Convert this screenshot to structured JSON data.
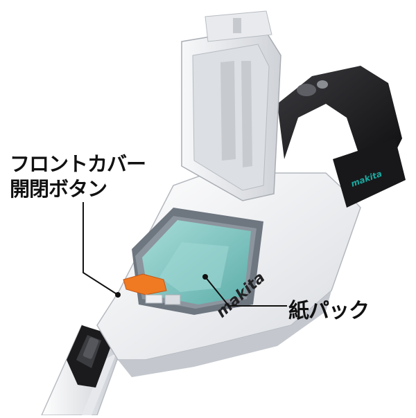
{
  "labels": {
    "front_cover_button_line1": "フロントカバー",
    "front_cover_button_line2": "開閉ボタン",
    "paper_pack": "紙パック"
  },
  "product": {
    "brand_logo": "makita",
    "battery_logo": "makita"
  },
  "colors": {
    "body_white": "#f2f3f5",
    "shadow_gray": "#c9ccd1",
    "black_parts": "#1b1b1d",
    "paper_filter": "#7fc6c2",
    "orange_latch": "#f07a22",
    "annotation_line": "#111111"
  }
}
